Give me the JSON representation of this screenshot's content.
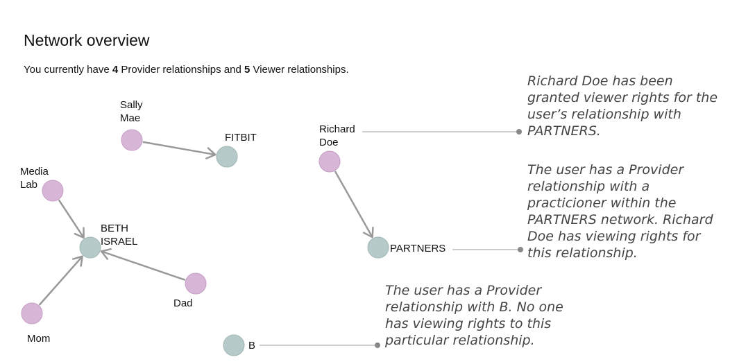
{
  "header": {
    "title": "Network overview",
    "summary": {
      "prefix": "You currently have ",
      "provider_count": "4",
      "provider_text": " Provider relationships and ",
      "viewer_count": "5",
      "viewer_text": " Viewer relationships."
    }
  },
  "colors": {
    "viewer_node": "#d8b6d8",
    "provider_node": "#b5cac9",
    "edge": "#999999",
    "annotation_text": "#444444"
  },
  "nodes": [
    {
      "id": "sally",
      "label_lines": [
        "Sally",
        "Mae"
      ],
      "kind": "viewer"
    },
    {
      "id": "fitbit",
      "label_lines": [
        "FITBIT"
      ],
      "kind": "provider"
    },
    {
      "id": "medialab",
      "label_lines": [
        "Media",
        "Lab"
      ],
      "kind": "viewer"
    },
    {
      "id": "beth",
      "label_lines": [
        "BETH",
        "ISRAEL"
      ],
      "kind": "provider"
    },
    {
      "id": "dad",
      "label_lines": [
        "Dad"
      ],
      "kind": "viewer"
    },
    {
      "id": "mom",
      "label_lines": [
        "Mom"
      ],
      "kind": "viewer"
    },
    {
      "id": "richard",
      "label_lines": [
        "Richard",
        "Doe"
      ],
      "kind": "viewer"
    },
    {
      "id": "partners",
      "label_lines": [
        "PARTNERS"
      ],
      "kind": "provider"
    },
    {
      "id": "b",
      "label_lines": [
        "B"
      ],
      "kind": "provider"
    }
  ],
  "edges": [
    {
      "from": "sally",
      "to": "fitbit"
    },
    {
      "from": "medialab",
      "to": "beth"
    },
    {
      "from": "dad",
      "to": "beth"
    },
    {
      "from": "mom",
      "to": "beth"
    },
    {
      "from": "richard",
      "to": "partners"
    }
  ],
  "annotations": [
    {
      "id": "richard-note",
      "target": "richard",
      "text": "Richard Doe has been granted viewer rights for the user’s relationship with PARTNERS."
    },
    {
      "id": "partners-note",
      "target": "partners",
      "text": "The user has a Provider relationship with a practicioner within the PARTNERS network. Richard Doe has viewing rights for this relationship."
    },
    {
      "id": "b-note",
      "target": "b",
      "text": "The user has a Provider relationship with B. No one has viewing rights to this particular relationship."
    }
  ]
}
